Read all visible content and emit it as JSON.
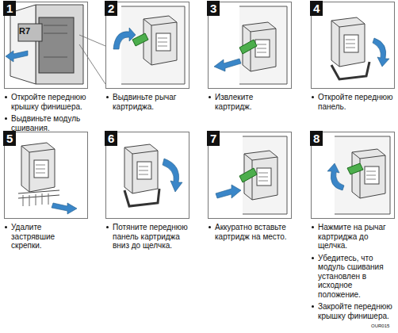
{
  "diagram": {
    "nodes": [
      {
        "text": [
          "1",
          "Откройте переднюю крышку финишера.",
          "Выдвиньте модуль сшивания."
        ]
      },
      {
        "text": [
          "2",
          "Выдвиньте рычаг картриджа."
        ]
      },
      {
        "text": [
          "3",
          "Извлеките картридж."
        ]
      },
      {
        "text": [
          "4",
          "Откройте переднюю панель."
        ]
      },
      {
        "text": [
          "5",
          "Удалите застрявшие скрепки."
        ]
      },
      {
        "text": [
          "6",
          "Потяните переднюю панель картриджа вниз до щелчка."
        ]
      },
      {
        "text": [
          "7",
          "Аккуратно вставьте картридж на место."
        ]
      },
      {
        "text": [
          "8",
          "Нажмите на рычаг картриджа до щелчка.",
          "Убедитесь, что модуль сшивания установлен в исходное положение.",
          "Закройте переднюю крышку финишера."
        ]
      }
    ],
    "labels": [
      "R7",
      "OUR015"
    ]
  }
}
